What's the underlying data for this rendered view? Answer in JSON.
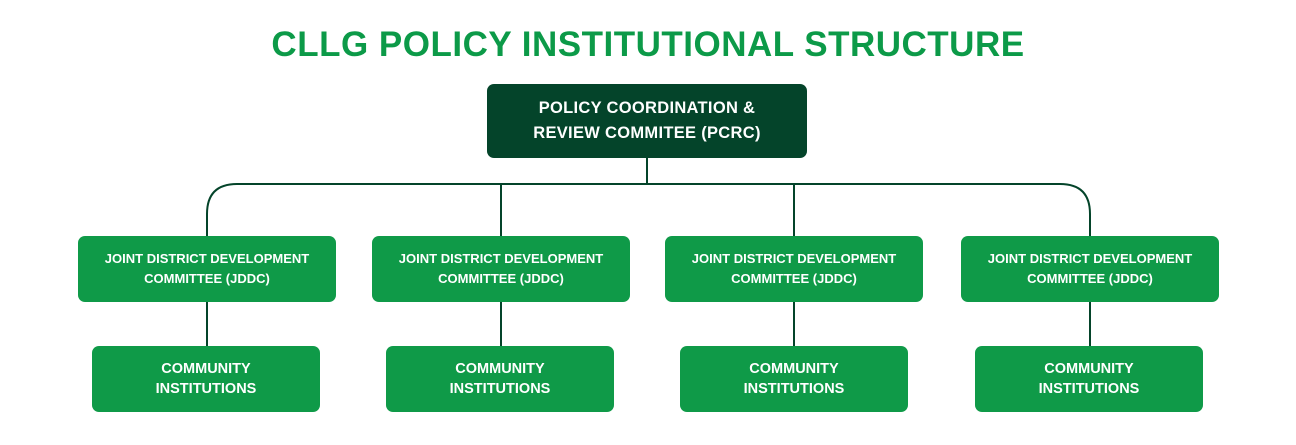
{
  "title": "CLLG POLICY INSTITUTIONAL STRUCTURE",
  "root": {
    "line1": "POLICY COORDINATION &",
    "line2": "REVIEW COMMITEE (PCRC)"
  },
  "branches": [
    {
      "jddc": {
        "line1": "JOINT DISTRICT DEVELOPMENT",
        "line2": "COMMITTEE (JDDC)"
      },
      "community": {
        "line1": "COMMUNITY",
        "line2": "INSTITUTIONS"
      }
    },
    {
      "jddc": {
        "line1": "JOINT DISTRICT DEVELOPMENT",
        "line2": "COMMITTEE (JDDC)"
      },
      "community": {
        "line1": "COMMUNITY",
        "line2": "INSTITUTIONS"
      }
    },
    {
      "jddc": {
        "line1": "JOINT DISTRICT DEVELOPMENT",
        "line2": "COMMITTEE (JDDC)"
      },
      "community": {
        "line1": "COMMUNITY",
        "line2": "INSTITUTIONS"
      }
    },
    {
      "jddc": {
        "line1": "JOINT DISTRICT DEVELOPMENT",
        "line2": "COMMITTEE (JDDC)"
      },
      "community": {
        "line1": "COMMUNITY",
        "line2": "INSTITUTIONS"
      }
    }
  ],
  "colors": {
    "title": "#0c9a48",
    "root_fill": "#04442a",
    "node_fill": "#0f9a48",
    "connector": "#04442a"
  }
}
